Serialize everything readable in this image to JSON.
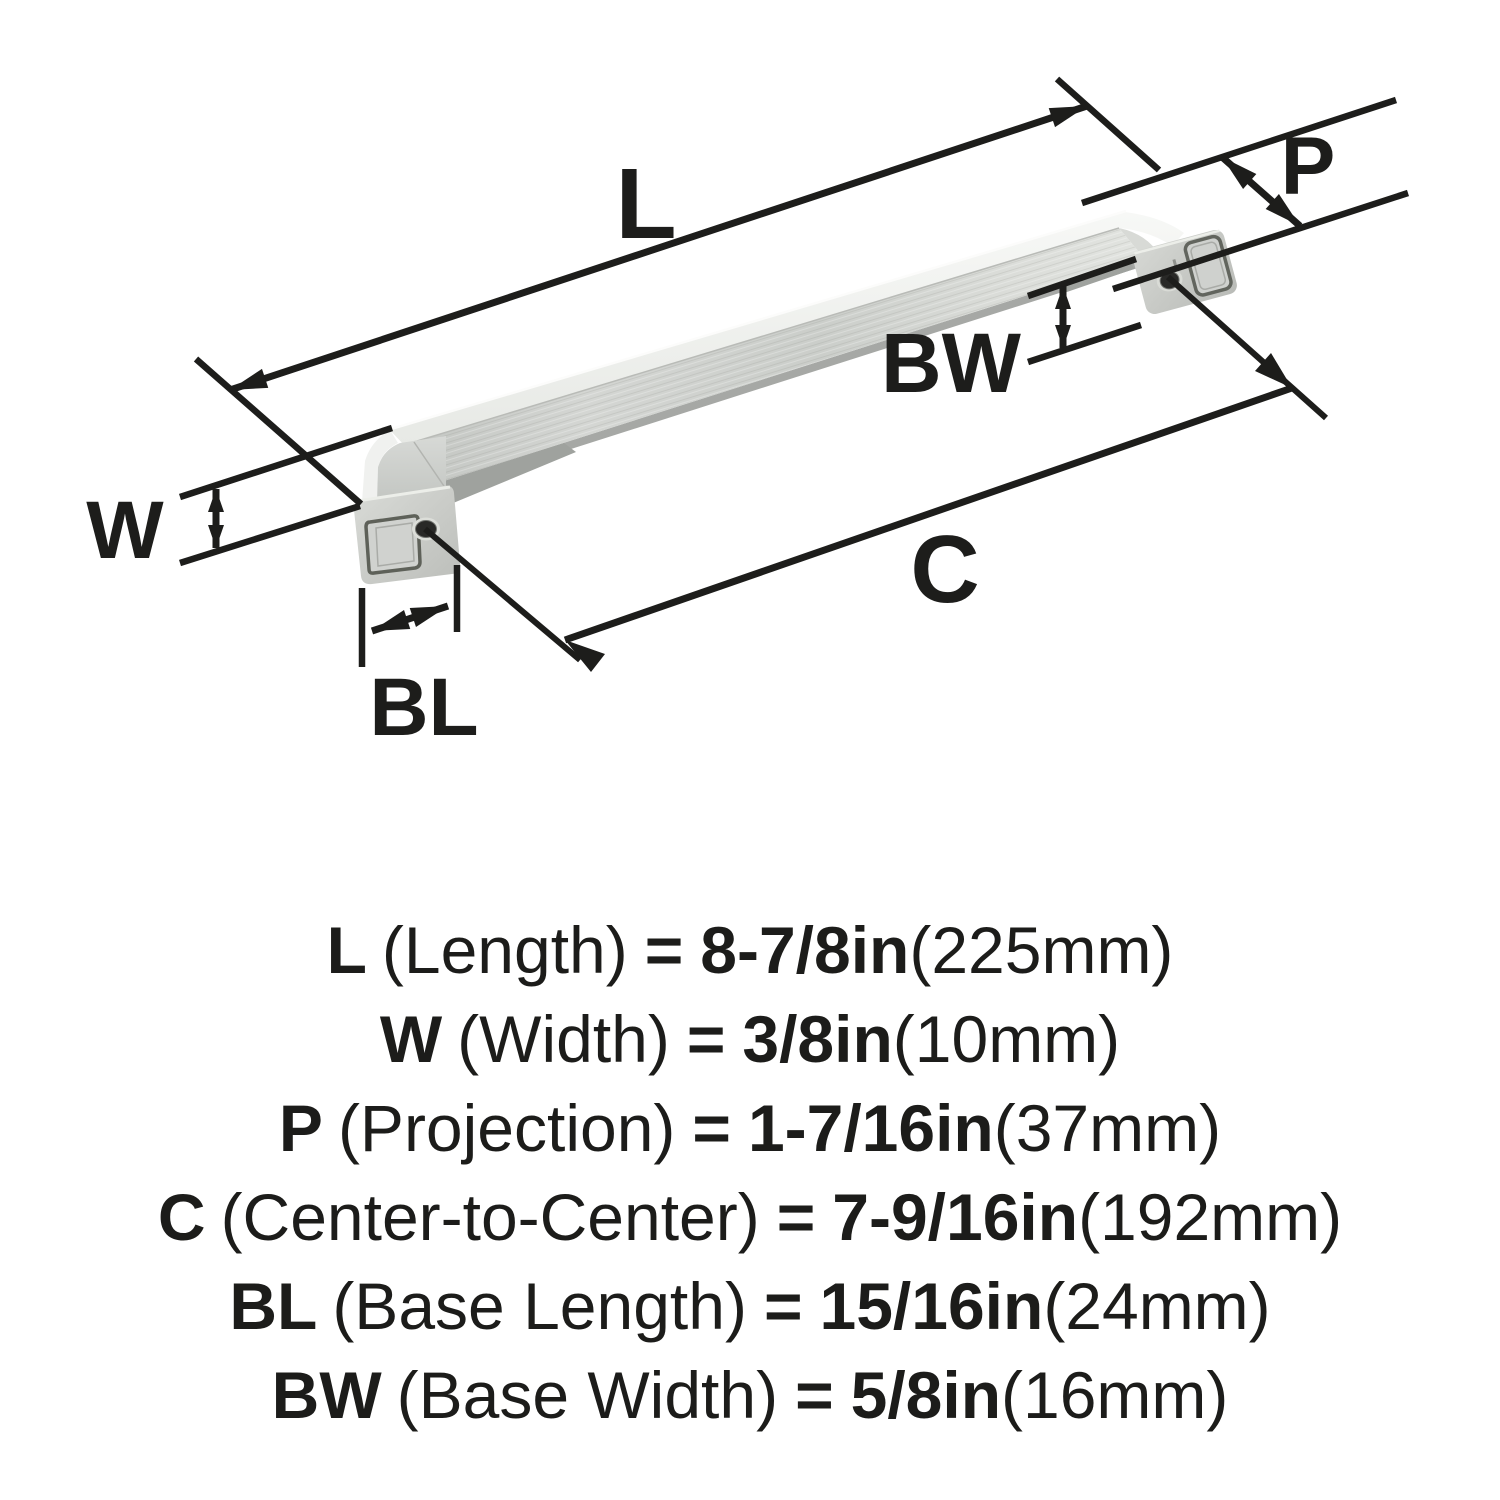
{
  "diagram": {
    "labels": {
      "L": "L",
      "W": "W",
      "P": "P",
      "C": "C",
      "BL": "BL",
      "BW": "BW"
    }
  },
  "legend": {
    "rows": [
      {
        "letter": "L",
        "name": "(Length)",
        "equals": "=",
        "value": "8-7/8in",
        "metric": "(225mm)"
      },
      {
        "letter": "W",
        "name": "(Width)",
        "equals": "=",
        "value": "3/8in",
        "metric": "(10mm)"
      },
      {
        "letter": "P",
        "name": "(Projection)",
        "equals": "=",
        "value": "1-7/16in",
        "metric": "(37mm)"
      },
      {
        "letter": "C",
        "name": "(Center-to-Center)",
        "equals": "=",
        "value": "7-9/16in",
        "metric": "(192mm)"
      },
      {
        "letter": "BL",
        "name": "(Base Length)",
        "equals": "=",
        "value": "15/16in",
        "metric": "(24mm)"
      },
      {
        "letter": "BW",
        "name": "(Base Width)",
        "equals": "=",
        "value": "5/8in",
        "metric": "(16mm)"
      }
    ]
  },
  "colors": {
    "line": "#1d1d1b",
    "metal_highlight": "#f4f5f3",
    "metal_mid": "#cfd2ce",
    "metal_shadow": "#a0a39f",
    "plate": "#c9cbc7",
    "hole": "#292927",
    "background": "#ffffff"
  }
}
